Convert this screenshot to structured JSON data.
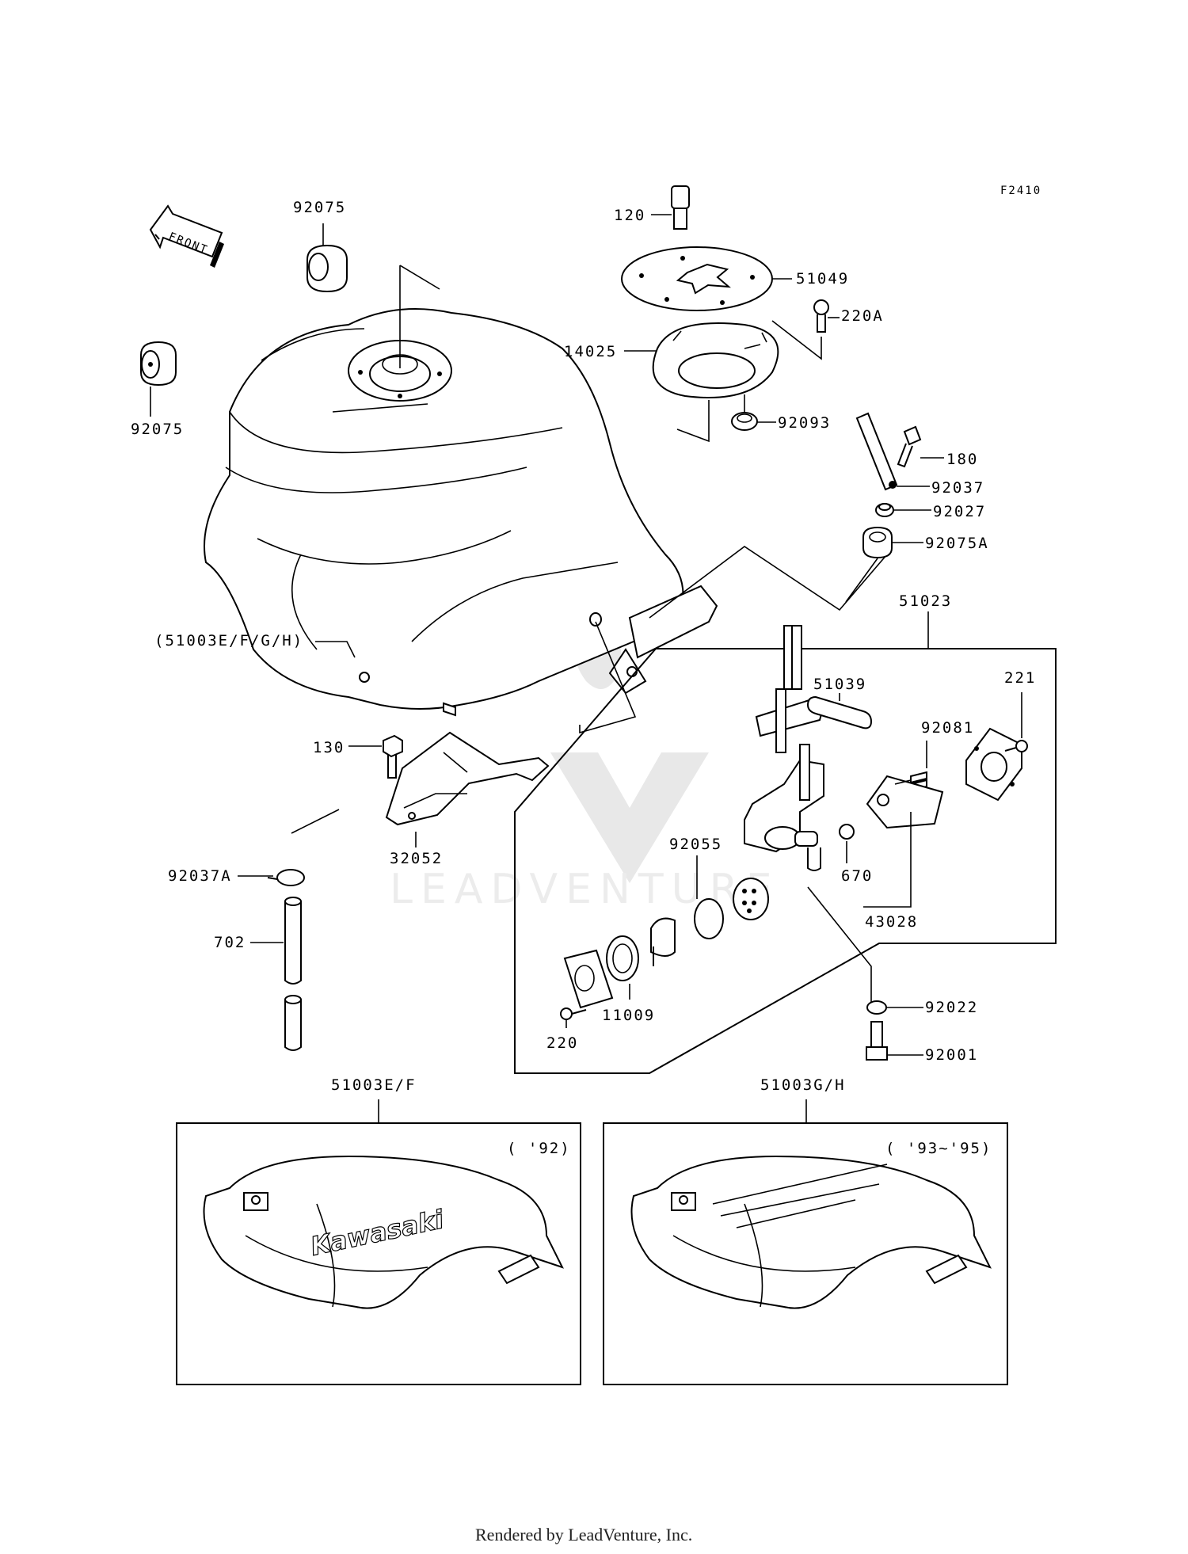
{
  "figure_code": "F2410",
  "front_label": "FRONT",
  "watermark": "LEADVENTURE",
  "footer": "Rendered by LeadVenture, Inc.",
  "callouts": {
    "p92075_top": "92075",
    "p92075_left": "92075",
    "p120": "120",
    "p51049": "51049",
    "p220A": "220A",
    "p14025": "14025",
    "p92093": "92093",
    "p180": "180",
    "p92037": "92037",
    "p92027": "92027",
    "p92075A": "92075A",
    "p51023": "51023",
    "p51003_main": "(51003E/F/G/H)",
    "p221": "221",
    "p51039": "51039",
    "p92081": "92081",
    "p130": "130",
    "p32052": "32052",
    "p92055": "92055",
    "p670": "670",
    "p92037A": "92037A",
    "p43028": "43028",
    "p702": "702",
    "p11009": "11009",
    "p220": "220",
    "p92022": "92022",
    "p92001": "92001"
  },
  "variants": [
    {
      "part": "51003E/F",
      "years": "( '92)",
      "decal": "Kawasaki"
    },
    {
      "part": "51003G/H",
      "years": "( '93~'95)"
    }
  ]
}
